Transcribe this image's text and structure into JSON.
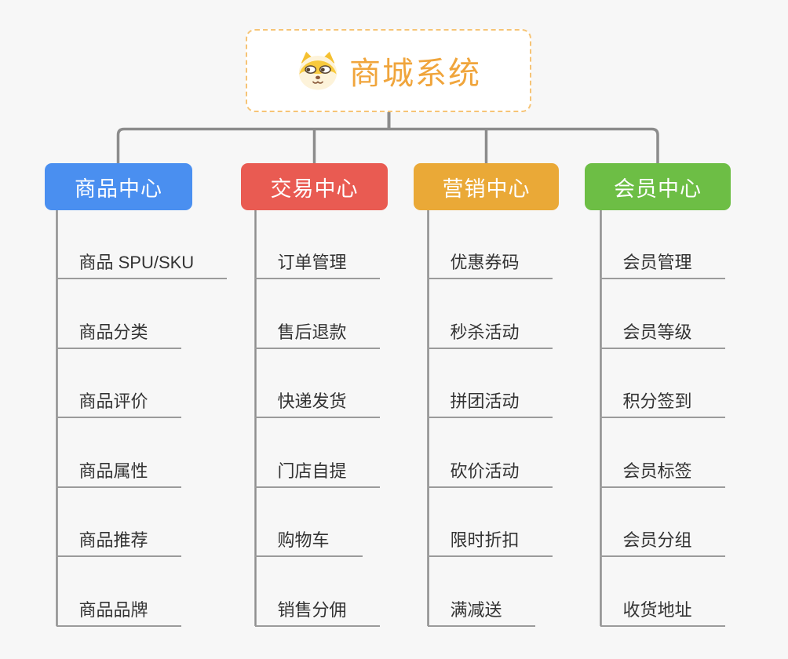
{
  "root": {
    "title": "商城系统",
    "icon": "dog-face-icon",
    "title_color": "#f0a53c",
    "border_color": "#f6c476"
  },
  "colors": {
    "connector": "#8c8c8c",
    "leaf_line": "#9b9b9b",
    "background": "#f7f7f7"
  },
  "branches": [
    {
      "label": "商品中心",
      "color": "#4a8ff0",
      "items": [
        "商品 SPU/SKU",
        "商品分类",
        "商品评价",
        "商品属性",
        "商品推荐",
        "商品品牌"
      ]
    },
    {
      "label": "交易中心",
      "color": "#e95b52",
      "items": [
        "订单管理",
        "售后退款",
        "快递发货",
        "门店自提",
        "购物车",
        "销售分佣"
      ]
    },
    {
      "label": "营销中心",
      "color": "#eaa937",
      "items": [
        "优惠券码",
        "秒杀活动",
        "拼团活动",
        "砍价活动",
        "限时折扣",
        "满减送"
      ]
    },
    {
      "label": "会员中心",
      "color": "#6dbe45",
      "items": [
        "会员管理",
        "会员等级",
        "积分签到",
        "会员标签",
        "会员分组",
        "收货地址"
      ]
    }
  ]
}
